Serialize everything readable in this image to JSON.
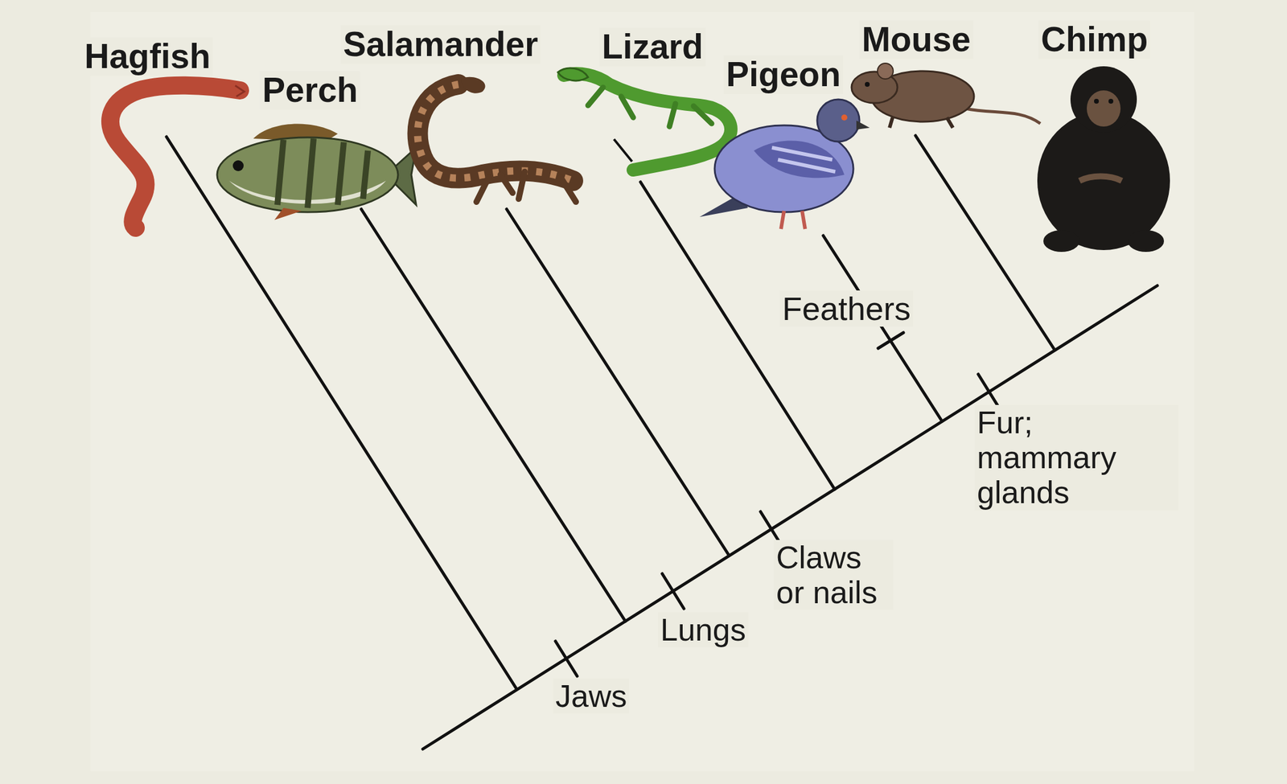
{
  "diagram": {
    "labels": [
      "Hagfish",
      "Perch",
      "Salamander",
      "Lizard",
      "Pigeon",
      "Mouse",
      "Chimp",
      "Feathers",
      "Fur; mammary glands",
      "Claws or nails",
      "Lungs",
      "Jaws"
    ]
  }
}
